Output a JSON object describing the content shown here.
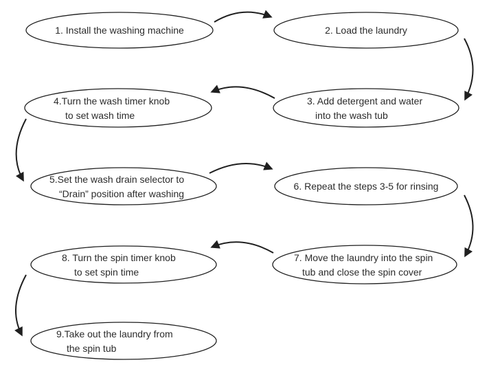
{
  "flowchart": {
    "steps": [
      {
        "id": 1,
        "lines": [
          "1. Install the washing machine",
          ""
        ]
      },
      {
        "id": 2,
        "lines": [
          "2. Load the laundry",
          ""
        ]
      },
      {
        "id": 3,
        "lines": [
          "3. Add detergent and water",
          "into the wash tub"
        ]
      },
      {
        "id": 4,
        "lines": [
          "4.Turn the wash timer knob",
          "to set wash time"
        ]
      },
      {
        "id": 5,
        "lines": [
          "5.Set the wash drain selector to",
          "“Drain” position after washing"
        ]
      },
      {
        "id": 6,
        "lines": [
          "6. Repeat the steps 3-5 for rinsing",
          ""
        ]
      },
      {
        "id": 7,
        "lines": [
          "7. Move the laundry into the spin",
          "tub and close the spin cover"
        ]
      },
      {
        "id": 8,
        "lines": [
          "8. Turn the spin timer knob",
          "to set spin time"
        ]
      },
      {
        "id": 9,
        "lines": [
          "9.Take out the laundry from",
          "the spin tub"
        ]
      }
    ],
    "connections": [
      {
        "from": 1,
        "to": 2
      },
      {
        "from": 2,
        "to": 3
      },
      {
        "from": 3,
        "to": 4
      },
      {
        "from": 4,
        "to": 5
      },
      {
        "from": 5,
        "to": 6
      },
      {
        "from": 6,
        "to": 7
      },
      {
        "from": 7,
        "to": 8
      },
      {
        "from": 8,
        "to": 9
      }
    ],
    "colors": {
      "line": "#1f1f1f",
      "text": "#2b2b2b",
      "background": "#ffffff"
    }
  }
}
